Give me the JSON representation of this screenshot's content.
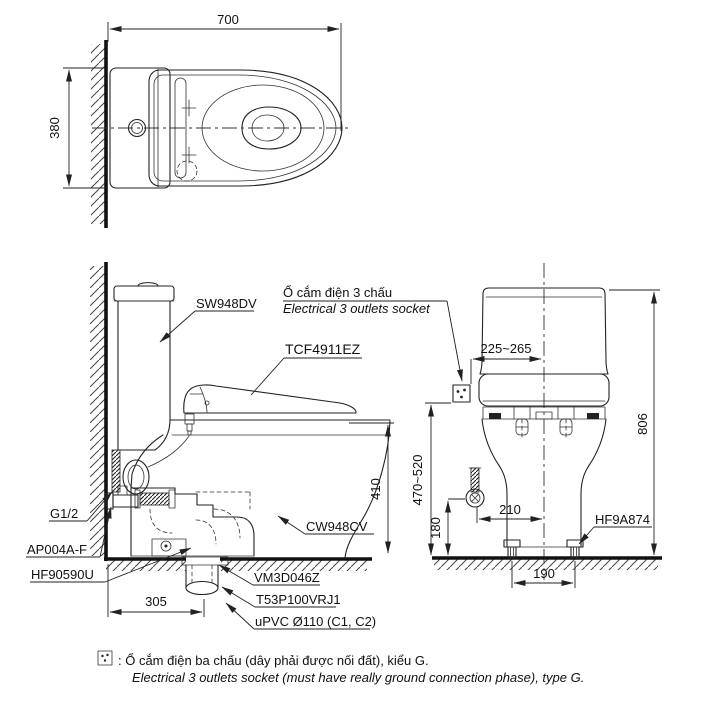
{
  "colors": {
    "ink": "#1c1c1c",
    "bg": "#ffffff"
  },
  "top_view": {
    "width_dim": "700",
    "depth_dim": "380"
  },
  "side_view": {
    "cistern": "SW948DV",
    "washlet": "TCF4911EZ",
    "bowl": "CW948CV",
    "supply_thread": "G1/2",
    "stop_valve": "AP004A-F",
    "fixing_bolt": "HF90590U",
    "flange": "VM3D046Z",
    "joint": "T53P100VRJ1",
    "drain_pipe": "uPVC Ø110 (C1, C2)",
    "rough_in_dim": "305",
    "rim_height_dim": "410"
  },
  "front_view": {
    "socket_title_vi": "Ổ cắm điện 3 chấu",
    "socket_title_en": "Electrical 3 outlets socket",
    "socket_offset_dim": "225~265",
    "socket_height_dim": "470~520",
    "total_height_dim": "806",
    "supply_height_dim": "180",
    "supply_offset_dim": "210",
    "bolt_pitch_dim": "190",
    "floor_fixing": "HF9A874"
  },
  "footnote": {
    "vi": ": Ổ cắm điện ba chấu (dây phải được nối đất), kiểu G.",
    "en": "Electrical 3 outlets socket (must have really ground connection phase), type G."
  }
}
